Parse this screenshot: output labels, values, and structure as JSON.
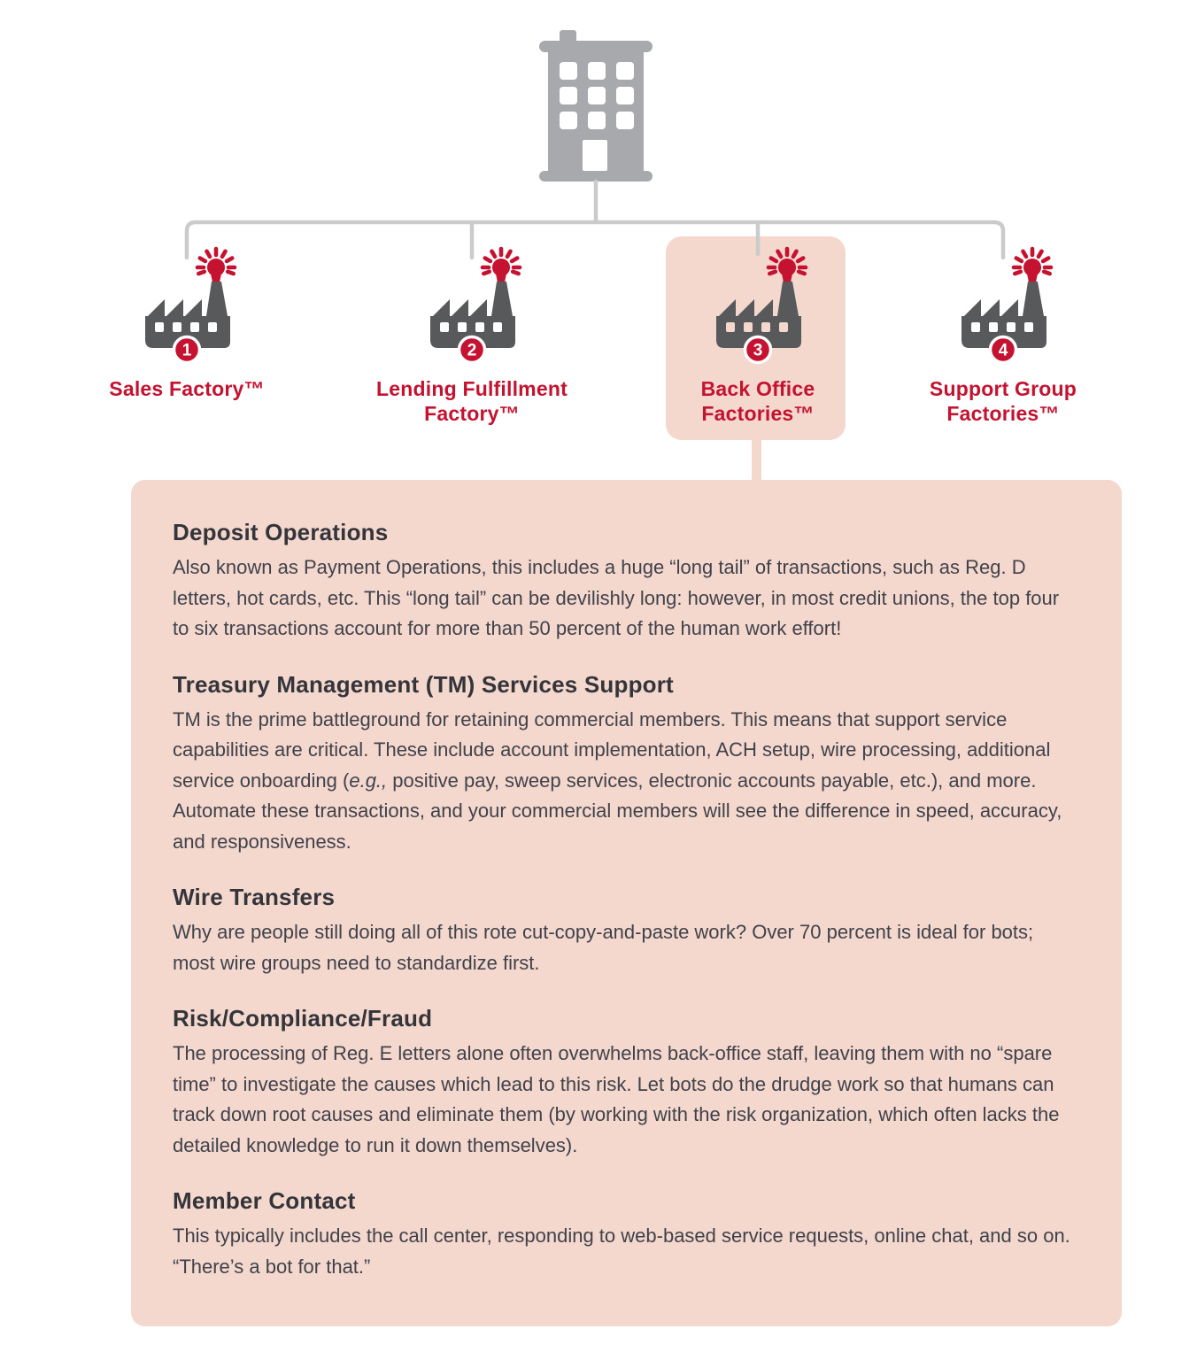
{
  "theme": {
    "accent_red": "#c41230",
    "pink": "#f4d7cd",
    "gray_dark": "#58595b",
    "gray_light": "#a7a9ac",
    "line": "#cbcbcb",
    "heading_color": "#34353b",
    "text_color": "#40424b"
  },
  "tree": {
    "root_icon": "building-icon",
    "factories": [
      {
        "number": "1",
        "label": "Sales Factory™",
        "highlighted": false
      },
      {
        "number": "2",
        "label": "Lending Fulfillment\nFactory™",
        "highlighted": false
      },
      {
        "number": "3",
        "label": "Back Office\nFactories™",
        "highlighted": true
      },
      {
        "number": "4",
        "label": "Support Group\nFactories™",
        "highlighted": false
      }
    ]
  },
  "panel": {
    "sections": [
      {
        "heading": "Deposit Operations",
        "body": "Also known as Payment Operations, this includes a huge “long tail” of transactions, such as Reg. D letters, hot cards, etc. This “long tail” can be devilishly long: however, in most credit unions, the top four to six transactions account for more than 50 percent of the human work effort!"
      },
      {
        "heading": "Treasury Management (TM) Services Support",
        "body_rich": [
          {
            "t": "TM is the prime battleground for retaining commercial members. This means that support service capabilities are critical. These include account implementation, ACH setup, wire processing, additional service onboarding ("
          },
          {
            "t": "e.g.,",
            "i": true
          },
          {
            "t": " positive pay, sweep services, electronic accounts payable, etc.), and more. Automate these transactions, and your commercial members will see the difference in speed, accuracy, and responsiveness."
          }
        ]
      },
      {
        "heading": "Wire Transfers",
        "body": "Why are people still doing all of this rote cut-copy-and-paste work? Over 70 percent is ideal for bots; most wire groups need to standardize first."
      },
      {
        "heading": "Risk/Compliance/Fraud",
        "body": "The processing of Reg. E letters alone often overwhelms back-office staff, leaving them with no “spare time” to investigate the causes which lead to this risk. Let bots do the drudge work so that humans can track down root causes and eliminate them (by working with the risk organization, which often lacks the detailed knowledge to run it down themselves)."
      },
      {
        "heading": "Member Contact",
        "body": "This typically includes the call center, responding to web-based service requests, online chat, and so on. “There’s a bot for that.”"
      }
    ]
  }
}
